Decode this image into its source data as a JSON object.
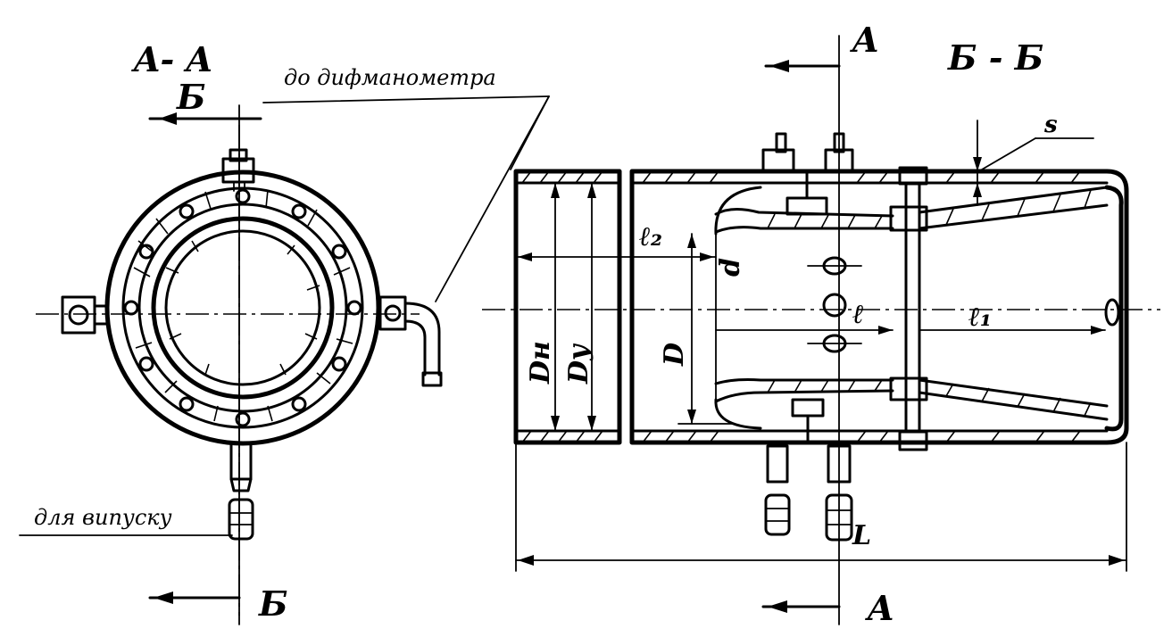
{
  "section_aa": {
    "title": "A- A"
  },
  "section_bb": {
    "title": "Б - Б"
  },
  "cut_marks": {
    "b_top": "Б",
    "b_bottom": "Б",
    "a_top": "A",
    "a_bottom": "A"
  },
  "annotations": {
    "to_manometer": "до дифманометра",
    "for_drain": "для випуску"
  },
  "dimensions": {
    "s": "s",
    "l2": "ℓ₂",
    "l": "ℓ",
    "l1": "ℓ₁",
    "d": "d",
    "D": "D",
    "Dn": "Dн",
    "Dy": "Dу",
    "L": "L"
  }
}
